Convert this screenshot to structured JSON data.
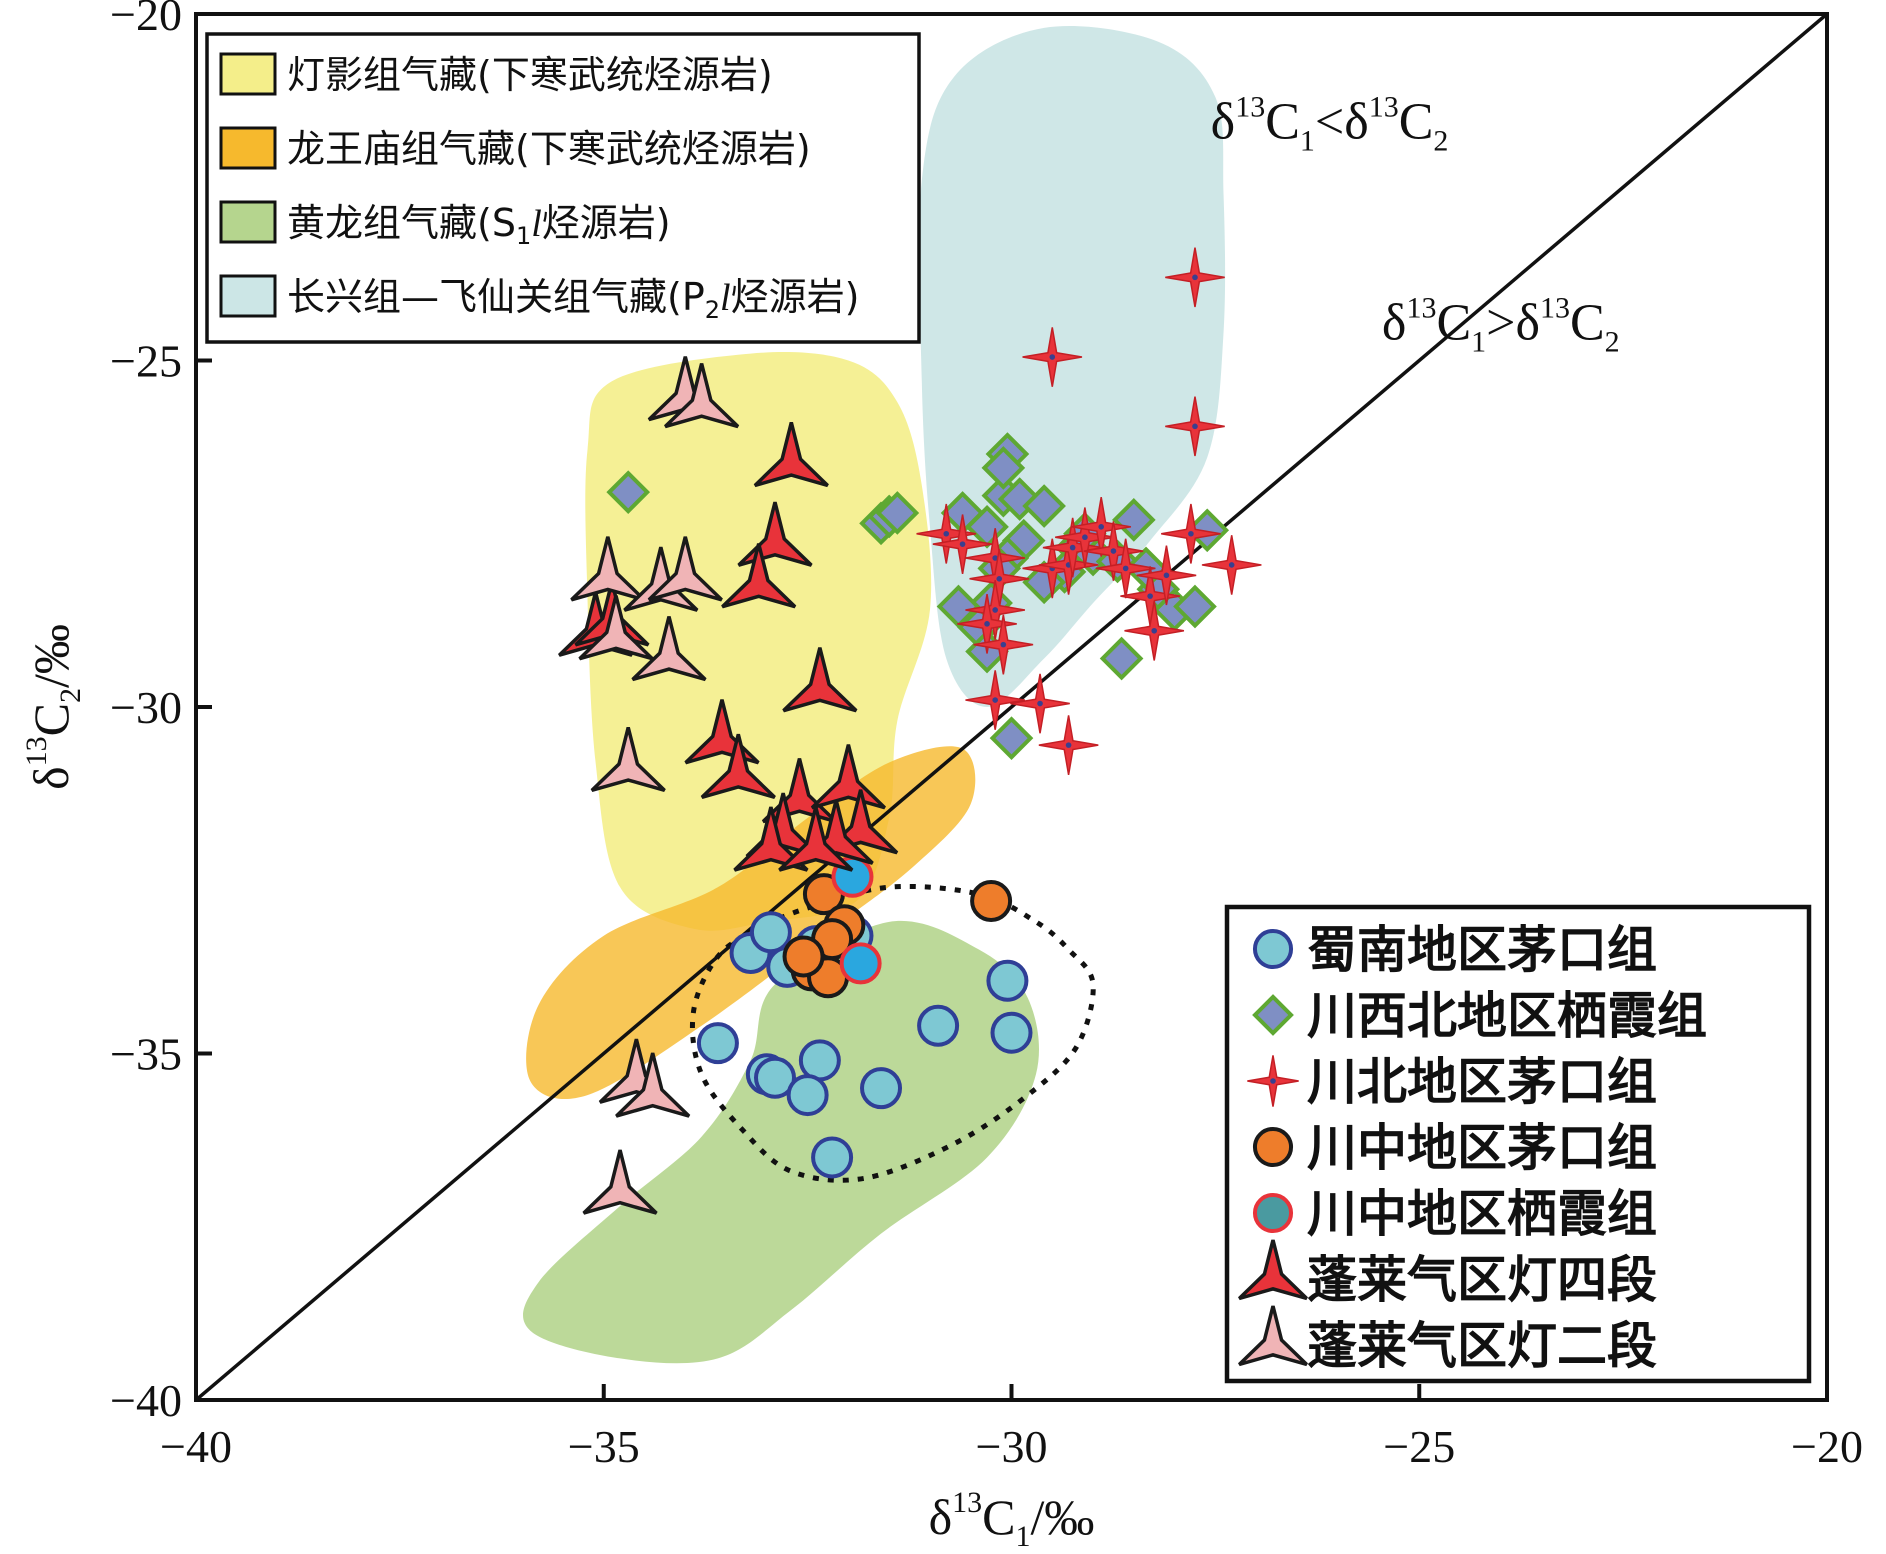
{
  "chart_data": {
    "type": "scatter",
    "xlabel": "δ13C1/‰",
    "ylabel": "δ13C2/‰",
    "xlabel_parts": {
      "delta": "δ",
      "sup": "13",
      "base": "C",
      "sub": "1",
      "unit": "/‰"
    },
    "ylabel_parts": {
      "delta": "δ",
      "sup": "13",
      "base": "C",
      "sub": "2",
      "unit": "/‰"
    },
    "xlim": [
      -40,
      -20
    ],
    "ylim": [
      -40,
      -20
    ],
    "xticks": [
      "−40",
      "−35",
      "−30",
      "−25",
      "−20"
    ],
    "yticks": [
      "−40",
      "−35",
      "−30",
      "−25",
      "−20"
    ],
    "xtick_values": [
      -40,
      -35,
      -30,
      -25,
      -20
    ],
    "ytick_values": [
      -40,
      -35,
      -30,
      -25,
      -20
    ],
    "reference_line": {
      "from": [
        -40,
        -40
      ],
      "to": [
        -20,
        -20
      ]
    },
    "annotations": [
      {
        "text": "δ13C1<δ13C2",
        "x": -26.1,
        "y": -21.8,
        "delta": "δ",
        "sup": "13",
        "c1": "C",
        "sub1": "1",
        "op": "<",
        "c2": "C",
        "sub2": "2"
      },
      {
        "text": "δ13C1>δ13C2",
        "x": -24.0,
        "y": -24.7,
        "delta": "δ",
        "sup": "13",
        "c1": "C",
        "sub1": "1",
        "op": ">",
        "c2": "C",
        "sub2": "2"
      }
    ],
    "regions": [
      {
        "name": "灯影组气藏(下寒武统烃源岩)",
        "color": "#f4ee8a",
        "opacity": 0.9,
        "polygon": [
          [
            -33.2,
            -24.9
          ],
          [
            -32.0,
            -25.0
          ],
          [
            -31.4,
            -25.6
          ],
          [
            -31.1,
            -26.8
          ],
          [
            -31.0,
            -28.6
          ],
          [
            -31.4,
            -30.2
          ],
          [
            -31.5,
            -31.6
          ],
          [
            -31.9,
            -32.8
          ],
          [
            -33.0,
            -33.1
          ],
          [
            -33.9,
            -33.2
          ],
          [
            -34.8,
            -32.6
          ],
          [
            -35.1,
            -30.8
          ],
          [
            -35.2,
            -28.4
          ],
          [
            -35.2,
            -26.3
          ],
          [
            -34.9,
            -25.3
          ]
        ]
      },
      {
        "name": "龙王庙组气藏(下寒武统烃源岩)",
        "color": "#f6b92d",
        "opacity": 0.8,
        "polygon": [
          [
            -31.5,
            -30.8
          ],
          [
            -30.6,
            -30.6
          ],
          [
            -30.5,
            -31.4
          ],
          [
            -31.2,
            -32.3
          ],
          [
            -32.2,
            -33.2
          ],
          [
            -33.8,
            -34.6
          ],
          [
            -35.2,
            -35.6
          ],
          [
            -35.9,
            -35.4
          ],
          [
            -35.8,
            -34.3
          ],
          [
            -35.0,
            -33.3
          ],
          [
            -33.6,
            -32.6
          ],
          [
            -32.5,
            -31.6
          ]
        ]
      },
      {
        "name": "黄龙组气藏(S1l烃源岩)",
        "color": "#b5d58e",
        "opacity": 0.9,
        "polygon": [
          [
            -31.5,
            -33.1
          ],
          [
            -30.4,
            -33.5
          ],
          [
            -29.8,
            -34.2
          ],
          [
            -29.7,
            -35.3
          ],
          [
            -30.3,
            -36.5
          ],
          [
            -31.6,
            -37.6
          ],
          [
            -32.7,
            -38.7
          ],
          [
            -33.6,
            -39.4
          ],
          [
            -34.8,
            -39.4
          ],
          [
            -35.9,
            -39.0
          ],
          [
            -35.8,
            -38.3
          ],
          [
            -34.8,
            -37.2
          ],
          [
            -33.8,
            -36.2
          ],
          [
            -33.2,
            -35.1
          ],
          [
            -32.9,
            -34.0
          ]
        ]
      },
      {
        "name": "长兴组—飞仙关组气藏(P2l烃源岩)",
        "color": "#cce6e6",
        "opacity": 0.95,
        "polygon": [
          [
            -29.6,
            -20.2
          ],
          [
            -28.2,
            -20.4
          ],
          [
            -27.5,
            -21.2
          ],
          [
            -27.4,
            -22.6
          ],
          [
            -27.4,
            -24.6
          ],
          [
            -27.6,
            -26.4
          ],
          [
            -28.3,
            -27.6
          ],
          [
            -29.0,
            -28.5
          ],
          [
            -29.6,
            -29.3
          ],
          [
            -30.3,
            -30.0
          ],
          [
            -30.8,
            -29.3
          ],
          [
            -31.0,
            -27.4
          ],
          [
            -31.1,
            -25.3
          ],
          [
            -31.1,
            -22.4
          ],
          [
            -30.7,
            -20.9
          ]
        ]
      }
    ],
    "dashed_ellipse": {
      "cx": -31.3,
      "cy": -34.5,
      "rx": 2.0,
      "ry": 2.0,
      "polygon": [
        [
          -32.5,
          -32.9
        ],
        [
          -31.5,
          -32.6
        ],
        [
          -30.4,
          -32.7
        ],
        [
          -29.7,
          -33.1
        ],
        [
          -29.3,
          -33.5
        ],
        [
          -29.0,
          -34.0
        ],
        [
          -29.2,
          -34.9
        ],
        [
          -29.8,
          -35.6
        ],
        [
          -30.7,
          -36.3
        ],
        [
          -31.8,
          -36.8
        ],
        [
          -32.7,
          -36.7
        ],
        [
          -33.3,
          -36.1
        ],
        [
          -33.8,
          -35.3
        ],
        [
          -33.9,
          -34.4
        ],
        [
          -33.6,
          -33.6
        ],
        [
          -33.1,
          -33.2
        ]
      ]
    },
    "legend1": {
      "placement": "top-left",
      "items": [
        {
          "label": "灯影组气藏(下寒武统烃源岩)",
          "color": "#f4ee8a"
        },
        {
          "label": "龙王庙组气藏(下寒武统烃源岩)",
          "color": "#f6b92d"
        },
        {
          "label": "黄龙组气藏(S1l烃源岩)",
          "color": "#b5d58e",
          "pre": "黄龙组气藏(S",
          "sub": "1",
          "ital": "l",
          "post": "烃源岩)"
        },
        {
          "label": "长兴组—飞仙关组气藏(P2l烃源岩)",
          "color": "#cce6e6",
          "pre": "长兴组—飞仙关组气藏(P",
          "sub": "2",
          "ital": "l",
          "post": "烃源岩)"
        }
      ]
    },
    "legend2": {
      "placement": "bottom-right",
      "items": [
        {
          "label": "蜀南地区茅口组",
          "marker": "circle",
          "fill": "#7ec8d3",
          "stroke": "#2f3f96"
        },
        {
          "label": "川西北地区栖霞组",
          "marker": "diamond",
          "fill": "#7f8fc4",
          "stroke": "#5ea832"
        },
        {
          "label": "川北地区茅口组",
          "marker": "star4",
          "fill": "#e8333a",
          "stroke": "#c41f25"
        },
        {
          "label": "川中地区茅口组",
          "marker": "circle",
          "fill": "#ee7d2b",
          "stroke": "#1a1a1a"
        },
        {
          "label": "川中地区栖霞组",
          "marker": "circle",
          "fill": "#4a9aa0",
          "stroke": "#e8333a"
        },
        {
          "label": "蓬莱气区灯四段",
          "marker": "tri-star",
          "fill": "#e8333a",
          "stroke": "#1a1a1a"
        },
        {
          "label": "蓬莱气区灯二段",
          "marker": "tri-star",
          "fill": "#f0b4b6",
          "stroke": "#1a1a1a"
        }
      ]
    },
    "series": [
      {
        "name": "蜀南地区茅口组",
        "marker": "circle",
        "fill": "#7ec8d3",
        "stroke": "#2f3f96",
        "points": [
          [
            -33.6,
            -34.85
          ],
          [
            -33.0,
            -35.3
          ],
          [
            -32.9,
            -35.35
          ],
          [
            -32.35,
            -35.1
          ],
          [
            -32.5,
            -35.6
          ],
          [
            -31.6,
            -35.5
          ],
          [
            -32.2,
            -36.5
          ],
          [
            -30.9,
            -34.6
          ],
          [
            -30.0,
            -34.7
          ],
          [
            -30.05,
            -33.95
          ],
          [
            -33.2,
            -33.55
          ],
          [
            -32.95,
            -33.25
          ],
          [
            -32.75,
            -33.75
          ],
          [
            -32.4,
            -33.45
          ],
          [
            -31.95,
            -33.3
          ]
        ]
      },
      {
        "name": "川西北地区栖霞组",
        "marker": "diamond",
        "fill": "#7f8fc4",
        "stroke": "#5ea832",
        "points": [
          [
            -34.7,
            -26.9
          ],
          [
            -31.6,
            -27.35
          ],
          [
            -31.5,
            -27.25
          ],
          [
            -31.4,
            -27.2
          ],
          [
            -30.6,
            -27.2
          ],
          [
            -30.3,
            -27.4
          ],
          [
            -30.1,
            -26.95
          ],
          [
            -30.05,
            -26.35
          ],
          [
            -30.1,
            -26.55
          ],
          [
            -29.9,
            -27.0
          ],
          [
            -29.6,
            -27.1
          ],
          [
            -29.85,
            -27.6
          ],
          [
            -30.05,
            -27.85
          ],
          [
            -30.15,
            -28.0
          ],
          [
            -30.25,
            -28.5
          ],
          [
            -30.65,
            -28.55
          ],
          [
            -30.4,
            -28.85
          ],
          [
            -30.3,
            -29.2
          ],
          [
            -30.0,
            -30.45
          ],
          [
            -29.2,
            -27.7
          ],
          [
            -29.0,
            -27.8
          ],
          [
            -29.1,
            -27.5
          ],
          [
            -29.35,
            -28.05
          ],
          [
            -29.6,
            -28.2
          ],
          [
            -28.7,
            -27.9
          ],
          [
            -28.5,
            -27.3
          ],
          [
            -28.2,
            -28.3
          ],
          [
            -28.0,
            -28.6
          ],
          [
            -27.75,
            -28.55
          ],
          [
            -27.6,
            -27.45
          ],
          [
            -28.65,
            -29.3
          ],
          [
            -28.35,
            -28.0
          ]
        ]
      },
      {
        "name": "川北地区茅口组",
        "marker": "star4",
        "fill": "#e8333a",
        "stroke": "#c41f25",
        "points": [
          [
            -27.75,
            -23.8
          ],
          [
            -29.5,
            -24.95
          ],
          [
            -27.75,
            -25.95
          ],
          [
            -30.8,
            -27.5
          ],
          [
            -30.6,
            -27.65
          ],
          [
            -30.2,
            -27.85
          ],
          [
            -30.15,
            -28.15
          ],
          [
            -29.5,
            -28.0
          ],
          [
            -29.3,
            -27.95
          ],
          [
            -29.25,
            -27.7
          ],
          [
            -29.1,
            -27.55
          ],
          [
            -28.9,
            -27.4
          ],
          [
            -28.75,
            -27.75
          ],
          [
            -28.6,
            -28.0
          ],
          [
            -28.3,
            -28.4
          ],
          [
            -28.1,
            -28.1
          ],
          [
            -27.8,
            -27.5
          ],
          [
            -27.3,
            -27.95
          ],
          [
            -28.25,
            -28.9
          ],
          [
            -30.2,
            -28.6
          ],
          [
            -30.3,
            -28.8
          ],
          [
            -30.1,
            -29.1
          ],
          [
            -30.2,
            -29.9
          ],
          [
            -29.65,
            -29.95
          ],
          [
            -29.3,
            -30.55
          ]
        ]
      },
      {
        "name": "川中地区茅口组",
        "marker": "circle",
        "fill": "#ee7d2b",
        "stroke": "#1a1a1a",
        "points": [
          [
            -30.25,
            -32.8
          ],
          [
            -32.3,
            -32.7
          ],
          [
            -32.05,
            -33.15
          ],
          [
            -32.2,
            -33.35
          ],
          [
            -32.45,
            -33.8
          ],
          [
            -32.25,
            -33.9
          ],
          [
            -32.55,
            -33.6
          ]
        ]
      },
      {
        "name": "川中地区栖霞组",
        "marker": "circle",
        "fill": "#2aa7df",
        "stroke": "#e8333a",
        "points": [
          [
            -31.95,
            -32.45
          ],
          [
            -31.85,
            -33.7
          ]
        ]
      },
      {
        "name": "蓬莱气区灯四段",
        "marker": "tri-star",
        "fill": "#e8333a",
        "stroke": "#1a1a1a",
        "points": [
          [
            -32.7,
            -26.5
          ],
          [
            -32.9,
            -27.65
          ],
          [
            -33.1,
            -28.25
          ],
          [
            -35.1,
            -28.95
          ],
          [
            -34.9,
            -28.8
          ],
          [
            -33.55,
            -30.5
          ],
          [
            -33.35,
            -31.0
          ],
          [
            -32.6,
            -31.35
          ],
          [
            -32.8,
            -31.85
          ],
          [
            -32.95,
            -32.05
          ],
          [
            -32.0,
            -31.15
          ],
          [
            -31.85,
            -31.8
          ],
          [
            -32.15,
            -31.95
          ],
          [
            -32.4,
            -32.05
          ],
          [
            -32.35,
            -29.75
          ]
        ]
      },
      {
        "name": "蓬莱气区灯二段",
        "marker": "tri-star",
        "fill": "#f0b4b6",
        "stroke": "#1a1a1a",
        "points": [
          [
            -34.0,
            -25.55
          ],
          [
            -33.8,
            -25.65
          ],
          [
            -34.95,
            -28.15
          ],
          [
            -34.3,
            -28.3
          ],
          [
            -34.85,
            -29.0
          ],
          [
            -34.2,
            -29.3
          ],
          [
            -34.7,
            -30.9
          ],
          [
            -34.0,
            -28.15
          ],
          [
            -34.6,
            -35.4
          ],
          [
            -34.4,
            -35.6
          ],
          [
            -34.8,
            -37.0
          ]
        ]
      }
    ]
  }
}
